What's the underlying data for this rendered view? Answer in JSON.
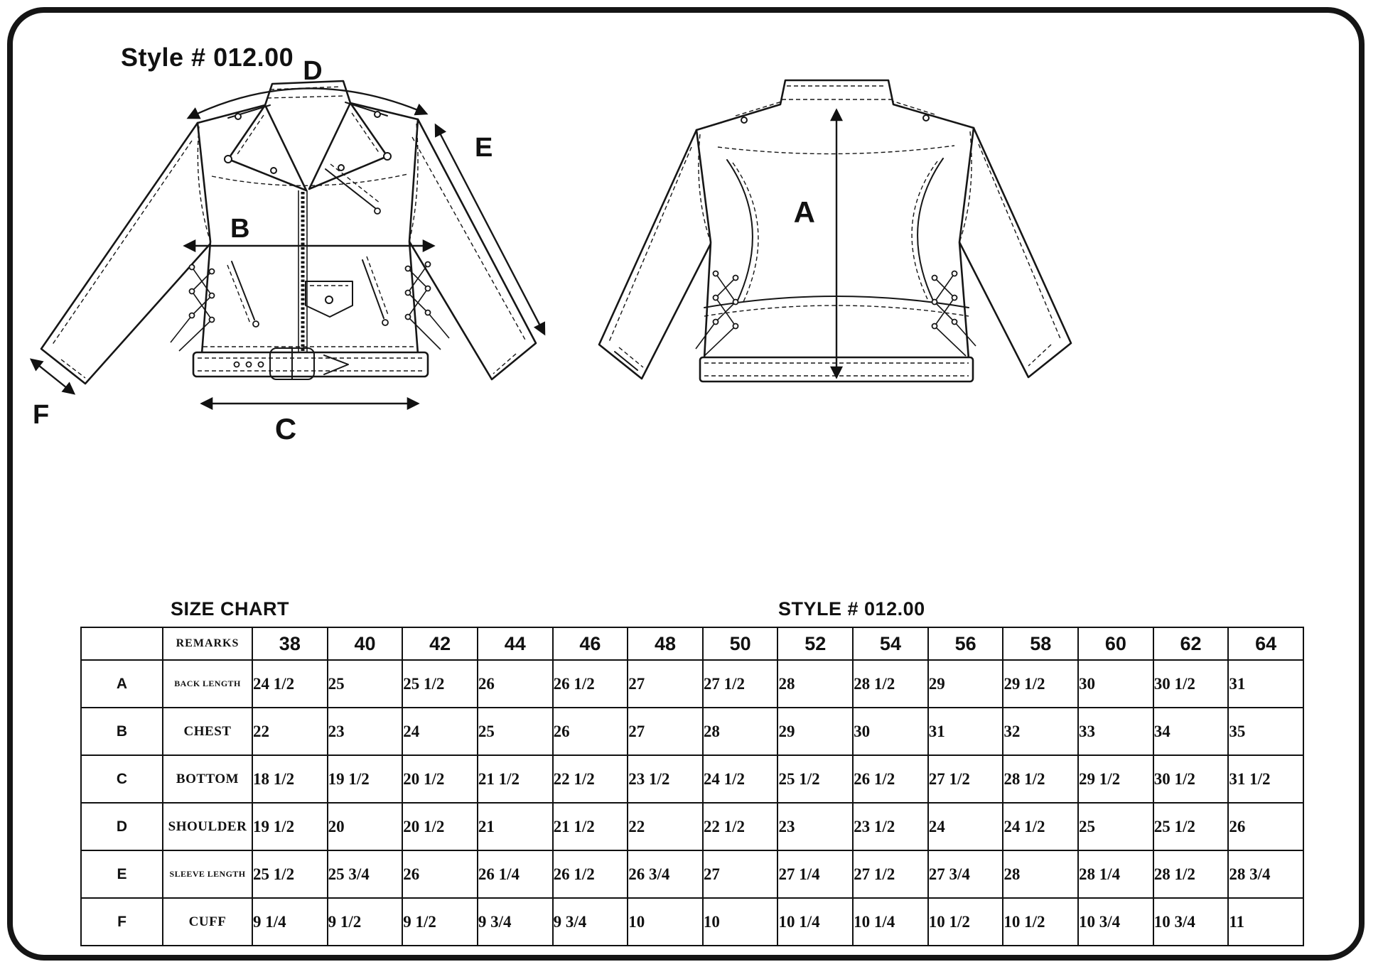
{
  "header": {
    "style_title": "Style # 012.00"
  },
  "diagram": {
    "labels": {
      "A": "A",
      "B": "B",
      "C": "C",
      "D": "D",
      "E": "E",
      "F": "F"
    }
  },
  "size_chart": {
    "title": "SIZE CHART",
    "style_heading": "STYLE # 012.00",
    "remarks_header": "REMARKS",
    "sizes": [
      "38",
      "40",
      "42",
      "44",
      "46",
      "48",
      "50",
      "52",
      "54",
      "56",
      "58",
      "60",
      "62",
      "64"
    ],
    "rows": [
      {
        "letter": "A",
        "remark": "BACK LENGTH",
        "values": [
          "24 1/2",
          "25",
          "25 1/2",
          "26",
          "26 1/2",
          "27",
          "27 1/2",
          "28",
          "28 1/2",
          "29",
          "29 1/2",
          "30",
          "30 1/2",
          "31"
        ]
      },
      {
        "letter": "B",
        "remark": "CHEST",
        "values": [
          "22",
          "23",
          "24",
          "25",
          "26",
          "27",
          "28",
          "29",
          "30",
          "31",
          "32",
          "33",
          "34",
          "35"
        ]
      },
      {
        "letter": "C",
        "remark": "BOTTOM",
        "values": [
          "18 1/2",
          "19 1/2",
          "20 1/2",
          "21 1/2",
          "22 1/2",
          "23 1/2",
          "24 1/2",
          "25 1/2",
          "26 1/2",
          "27 1/2",
          "28 1/2",
          "29 1/2",
          "30 1/2",
          "31 1/2"
        ]
      },
      {
        "letter": "D",
        "remark": "SHOULDER",
        "values": [
          "19 1/2",
          "20",
          "20 1/2",
          "21",
          "21 1/2",
          "22",
          "22 1/2",
          "23",
          "23 1/2",
          "24",
          "24 1/2",
          "25",
          "25 1/2",
          "26"
        ]
      },
      {
        "letter": "E",
        "remark": "SLEEVE LENGTH",
        "values": [
          "25 1/2",
          "25 3/4",
          "26",
          "26 1/4",
          "26 1/2",
          "26 3/4",
          "27",
          "27 1/4",
          "27 1/2",
          "27 3/4",
          "28",
          "28 1/4",
          "28 1/2",
          "28 3/4"
        ]
      },
      {
        "letter": "F",
        "remark": "CUFF",
        "values": [
          "9 1/4",
          "9 1/2",
          "9 1/2",
          "9 3/4",
          "9 3/4",
          "10",
          "10",
          "10 1/4",
          "10 1/4",
          "10 1/2",
          "10 1/2",
          "10 3/4",
          "10 3/4",
          "11"
        ]
      }
    ]
  }
}
